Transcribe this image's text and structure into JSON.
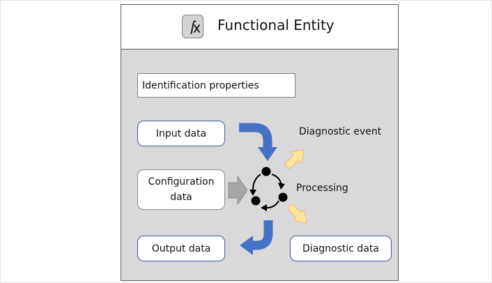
{
  "entity": {
    "title": "Functional Entity",
    "icon": "function-fx-icon"
  },
  "boxes": {
    "identification": "Identification properties",
    "input": "Input data",
    "configuration_line1": "Configuration",
    "configuration_line2": "data",
    "output": "Output data",
    "diagnostic_data": "Diagnostic data"
  },
  "labels": {
    "diagnostic_event": "Diagnostic event",
    "processing": "Processing"
  },
  "colors": {
    "panel": "#d9d9d9",
    "blue_arrow": "#4472c4",
    "gray_arrow": "#a6a6a6",
    "yellow_arrow": "#ffe699",
    "node": "#000000"
  }
}
